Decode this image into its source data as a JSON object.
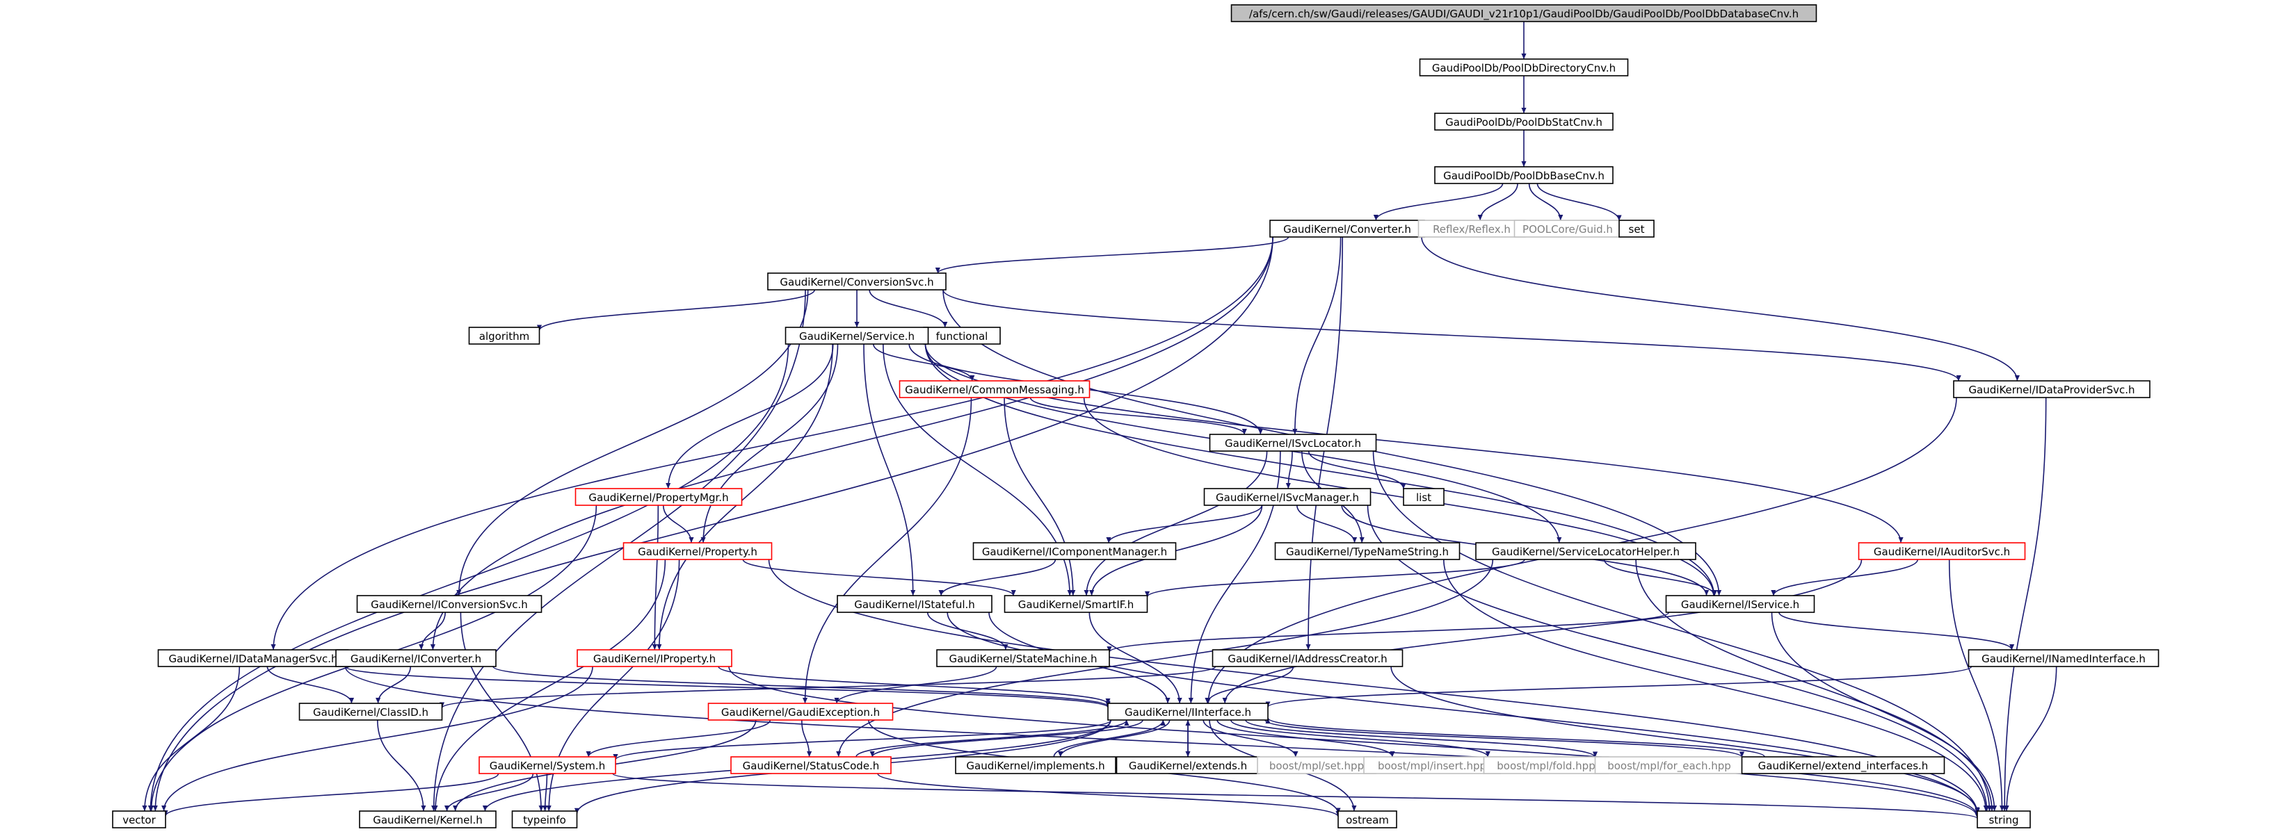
{
  "diagram": {
    "colors": {
      "edge": "#191970",
      "node_border_normal": "#000000",
      "node_border_truncated": "#ff0000",
      "node_border_external": "#bfbfbf",
      "node_fill_root": "#bfbfbf",
      "node_fill": "#ffffff",
      "text_normal": "#000000",
      "text_external": "#7f7f7f"
    },
    "nodes": [
      {
        "id": "root",
        "label": "/afs/cern.ch/sw/Gaudi/releases/GAUDI/GAUDI_v21r10p1/GaudiPoolDb/GaudiPoolDb/PoolDbDatabaseCnv.h",
        "style": "root"
      },
      {
        "id": "dircnv",
        "label": "GaudiPoolDb/PoolDbDirectoryCnv.h",
        "style": "normal"
      },
      {
        "id": "statcnv",
        "label": "GaudiPoolDb/PoolDbStatCnv.h",
        "style": "normal"
      },
      {
        "id": "basecnv",
        "label": "GaudiPoolDb/PoolDbBaseCnv.h",
        "style": "normal"
      },
      {
        "id": "converter",
        "label": "GaudiKernel/Converter.h",
        "style": "normal"
      },
      {
        "id": "reflex",
        "label": "Reflex/Reflex.h",
        "style": "external"
      },
      {
        "id": "guid",
        "label": "POOLCore/Guid.h",
        "style": "external"
      },
      {
        "id": "set",
        "label": "set",
        "style": "normal"
      },
      {
        "id": "convsvc",
        "label": "GaudiKernel/ConversionSvc.h",
        "style": "normal"
      },
      {
        "id": "algorithm",
        "label": "algorithm",
        "style": "normal"
      },
      {
        "id": "functional",
        "label": "functional",
        "style": "normal"
      },
      {
        "id": "service",
        "label": "GaudiKernel/Service.h",
        "style": "normal"
      },
      {
        "id": "commonmsg",
        "label": "GaudiKernel/CommonMessaging.h",
        "style": "truncated"
      },
      {
        "id": "idataprov",
        "label": "GaudiKernel/IDataProviderSvc.h",
        "style": "normal"
      },
      {
        "id": "isvcloc",
        "label": "GaudiKernel/ISvcLocator.h",
        "style": "normal"
      },
      {
        "id": "isvcmgr",
        "label": "GaudiKernel/ISvcManager.h",
        "style": "normal"
      },
      {
        "id": "list",
        "label": "list",
        "style": "normal"
      },
      {
        "id": "propmgr",
        "label": "GaudiKernel/PropertyMgr.h",
        "style": "truncated"
      },
      {
        "id": "property",
        "label": "GaudiKernel/Property.h",
        "style": "truncated"
      },
      {
        "id": "icompmgr",
        "label": "GaudiKernel/IComponentManager.h",
        "style": "normal"
      },
      {
        "id": "typename",
        "label": "GaudiKernel/TypeNameString.h",
        "style": "normal"
      },
      {
        "id": "svclochelper",
        "label": "GaudiKernel/ServiceLocatorHelper.h",
        "style": "normal"
      },
      {
        "id": "iauditor",
        "label": "GaudiKernel/IAuditorSvc.h",
        "style": "truncated"
      },
      {
        "id": "iconvsvc",
        "label": "GaudiKernel/IConversionSvc.h",
        "style": "normal"
      },
      {
        "id": "istateful",
        "label": "GaudiKernel/IStateful.h",
        "style": "normal"
      },
      {
        "id": "smartif",
        "label": "GaudiKernel/SmartIF.h",
        "style": "normal"
      },
      {
        "id": "iservice",
        "label": "GaudiKernel/IService.h",
        "style": "normal"
      },
      {
        "id": "idatamgr",
        "label": "GaudiKernel/IDataManagerSvc.h",
        "style": "normal"
      },
      {
        "id": "iconverter",
        "label": "GaudiKernel/IConverter.h",
        "style": "normal"
      },
      {
        "id": "iproperty",
        "label": "GaudiKernel/IProperty.h",
        "style": "truncated"
      },
      {
        "id": "statemachine",
        "label": "GaudiKernel/StateMachine.h",
        "style": "normal"
      },
      {
        "id": "iaddrcreator",
        "label": "GaudiKernel/IAddressCreator.h",
        "style": "normal"
      },
      {
        "id": "inamed",
        "label": "GaudiKernel/INamedInterface.h",
        "style": "normal"
      },
      {
        "id": "classid",
        "label": "GaudiKernel/ClassID.h",
        "style": "normal"
      },
      {
        "id": "gaudiexc",
        "label": "GaudiKernel/GaudiException.h",
        "style": "truncated"
      },
      {
        "id": "iinterface",
        "label": "GaudiKernel/IInterface.h",
        "style": "normal"
      },
      {
        "id": "system",
        "label": "GaudiKernel/System.h",
        "style": "truncated"
      },
      {
        "id": "statuscode",
        "label": "GaudiKernel/StatusCode.h",
        "style": "truncated"
      },
      {
        "id": "implements",
        "label": "GaudiKernel/implements.h",
        "style": "normal"
      },
      {
        "id": "extends",
        "label": "GaudiKernel/extends.h",
        "style": "normal"
      },
      {
        "id": "mplset",
        "label": "boost/mpl/set.hpp",
        "style": "external"
      },
      {
        "id": "mplinsert",
        "label": "boost/mpl/insert.hpp",
        "style": "external"
      },
      {
        "id": "mplfold",
        "label": "boost/mpl/fold.hpp",
        "style": "external"
      },
      {
        "id": "mplforeach",
        "label": "boost/mpl/for_each.hpp",
        "style": "external"
      },
      {
        "id": "extifaces",
        "label": "GaudiKernel/extend_interfaces.h",
        "style": "normal"
      },
      {
        "id": "vector",
        "label": "vector",
        "style": "normal"
      },
      {
        "id": "kernel",
        "label": "GaudiKernel/Kernel.h",
        "style": "normal"
      },
      {
        "id": "typeinfo",
        "label": "typeinfo",
        "style": "normal"
      },
      {
        "id": "ostream",
        "label": "ostream",
        "style": "normal"
      },
      {
        "id": "string",
        "label": "string",
        "style": "normal"
      }
    ],
    "edges": [
      [
        "root",
        "dircnv"
      ],
      [
        "dircnv",
        "statcnv"
      ],
      [
        "statcnv",
        "basecnv"
      ],
      [
        "basecnv",
        "converter"
      ],
      [
        "basecnv",
        "reflex"
      ],
      [
        "basecnv",
        "guid"
      ],
      [
        "basecnv",
        "set"
      ],
      [
        "converter",
        "convsvc"
      ],
      [
        "converter",
        "idataprov"
      ],
      [
        "converter",
        "isvcloc"
      ],
      [
        "converter",
        "iconverter"
      ],
      [
        "converter",
        "idatamgr"
      ],
      [
        "converter",
        "iaddrcreator"
      ],
      [
        "converter",
        "vector"
      ],
      [
        "convsvc",
        "algorithm"
      ],
      [
        "convsvc",
        "functional"
      ],
      [
        "convsvc",
        "service"
      ],
      [
        "convsvc",
        "iconvsvc"
      ],
      [
        "convsvc",
        "kernel"
      ],
      [
        "convsvc",
        "idataprov"
      ],
      [
        "convsvc",
        "iservice"
      ],
      [
        "service",
        "commonmsg"
      ],
      [
        "service",
        "isvcloc"
      ],
      [
        "service",
        "propmgr"
      ],
      [
        "service",
        "property"
      ],
      [
        "service",
        "istateful"
      ],
      [
        "service",
        "smartif"
      ],
      [
        "service",
        "iproperty"
      ],
      [
        "service",
        "iservice"
      ],
      [
        "service",
        "svclochelper"
      ],
      [
        "service",
        "iauditor"
      ],
      [
        "service",
        "vector"
      ],
      [
        "commonmsg",
        "isvcloc"
      ],
      [
        "commonmsg",
        "smartif"
      ],
      [
        "commonmsg",
        "gaudiexc"
      ],
      [
        "commonmsg",
        "iservice"
      ],
      [
        "idataprov",
        "iinterface"
      ],
      [
        "idataprov",
        "string"
      ],
      [
        "isvcloc",
        "isvcmgr"
      ],
      [
        "isvcloc",
        "list"
      ],
      [
        "isvcloc",
        "typename"
      ],
      [
        "isvcloc",
        "smartif"
      ],
      [
        "isvcloc",
        "iinterface"
      ],
      [
        "isvcloc",
        "string"
      ],
      [
        "isvcmgr",
        "icompmgr"
      ],
      [
        "isvcmgr",
        "typename"
      ],
      [
        "isvcmgr",
        "smartif"
      ],
      [
        "isvcmgr",
        "iservice"
      ],
      [
        "isvcmgr",
        "string"
      ],
      [
        "icompmgr",
        "istateful"
      ],
      [
        "typename",
        "string"
      ],
      [
        "svclochelper",
        "smartif"
      ],
      [
        "svclochelper",
        "iservice"
      ],
      [
        "svclochelper",
        "statuscode"
      ],
      [
        "svclochelper",
        "string"
      ],
      [
        "iauditor",
        "iservice"
      ],
      [
        "iauditor",
        "iinterface"
      ],
      [
        "iauditor",
        "string"
      ],
      [
        "propmgr",
        "property"
      ],
      [
        "propmgr",
        "iproperty"
      ],
      [
        "propmgr",
        "vector"
      ],
      [
        "property",
        "smartif"
      ],
      [
        "property",
        "kernel"
      ],
      [
        "property",
        "typeinfo"
      ],
      [
        "property",
        "string"
      ],
      [
        "iconvsvc",
        "iconverter"
      ],
      [
        "iconvsvc",
        "typeinfo"
      ],
      [
        "istateful",
        "statemachine"
      ],
      [
        "istateful",
        "iinterface"
      ],
      [
        "istateful",
        "string"
      ],
      [
        "smartif",
        "iinterface"
      ],
      [
        "iservice",
        "inamed"
      ],
      [
        "iservice",
        "statemachine"
      ],
      [
        "iservice",
        "string"
      ],
      [
        "idatamgr",
        "classid"
      ],
      [
        "idatamgr",
        "iinterface"
      ],
      [
        "idatamgr",
        "vector"
      ],
      [
        "idatamgr",
        "string"
      ],
      [
        "iconverter",
        "classid"
      ],
      [
        "iconverter",
        "iinterface"
      ],
      [
        "iproperty",
        "iinterface"
      ],
      [
        "iproperty",
        "vector"
      ],
      [
        "iproperty",
        "string"
      ],
      [
        "statemachine",
        "gaudiexc"
      ],
      [
        "iaddrcreator",
        "classid"
      ],
      [
        "iaddrcreator",
        "iinterface"
      ],
      [
        "iaddrcreator",
        "string"
      ],
      [
        "inamed",
        "iinterface"
      ],
      [
        "inamed",
        "string"
      ],
      [
        "classid",
        "kernel"
      ],
      [
        "gaudiexc",
        "system"
      ],
      [
        "gaudiexc",
        "statuscode"
      ],
      [
        "gaudiexc",
        "kernel"
      ],
      [
        "gaudiexc",
        "ostream"
      ],
      [
        "iinterface",
        "system"
      ],
      [
        "iinterface",
        "statuscode"
      ],
      [
        "iinterface",
        "implements"
      ],
      [
        "iinterface",
        "extends"
      ],
      [
        "iinterface",
        "mplset"
      ],
      [
        "iinterface",
        "mplinsert"
      ],
      [
        "iinterface",
        "mplfold"
      ],
      [
        "iinterface",
        "mplforeach"
      ],
      [
        "iinterface",
        "extifaces"
      ],
      [
        "iinterface",
        "kernel"
      ],
      [
        "iinterface",
        "typeinfo"
      ],
      [
        "iinterface",
        "ostream"
      ],
      [
        "system",
        "kernel"
      ],
      [
        "system",
        "typeinfo"
      ],
      [
        "system",
        "vector"
      ],
      [
        "system",
        "string"
      ],
      [
        "statuscode",
        "iinterface"
      ],
      [
        "statuscode",
        "ostream"
      ],
      [
        "implements",
        "iinterface"
      ],
      [
        "extends",
        "iinterface"
      ],
      [
        "extifaces",
        "iinterface"
      ]
    ]
  }
}
